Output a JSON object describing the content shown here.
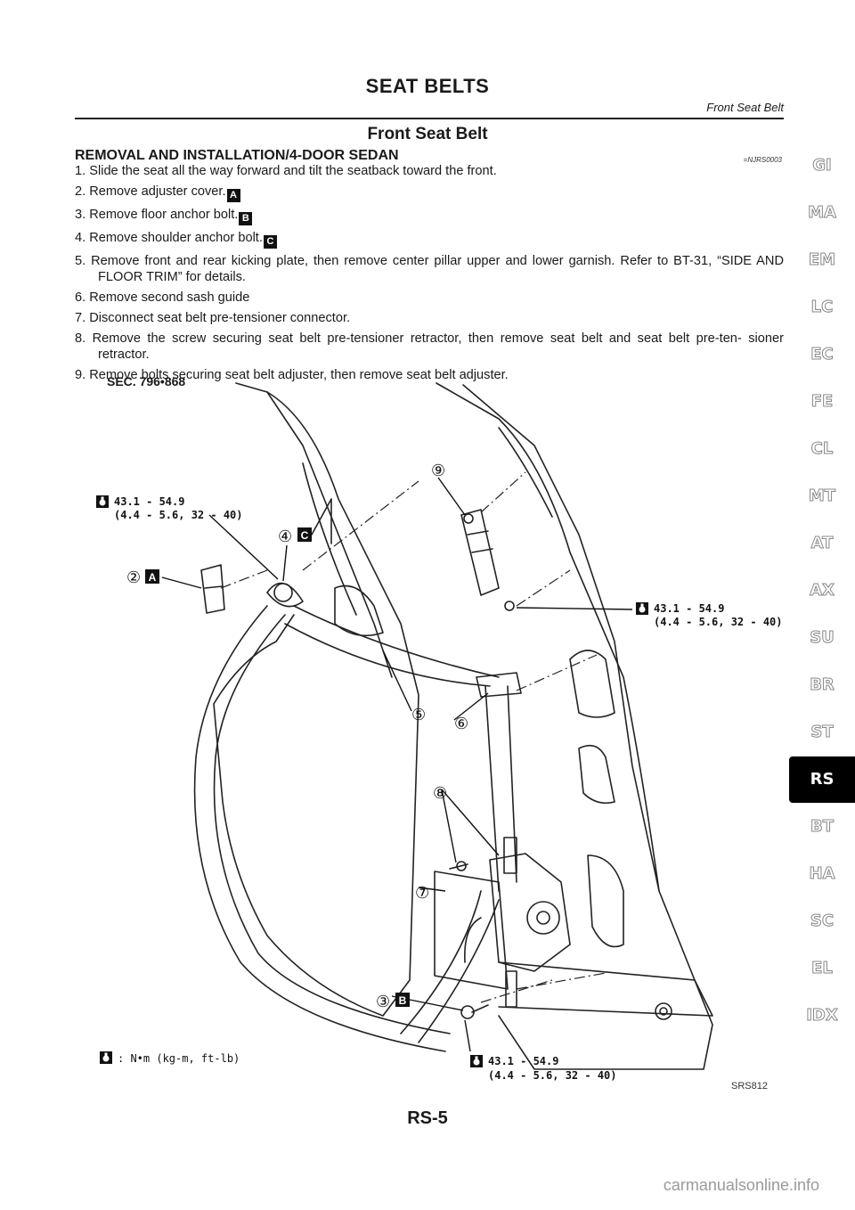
{
  "header": {
    "title": "SEAT BELTS",
    "subtitle": "Front Seat Belt"
  },
  "section_title": "Front Seat Belt",
  "subsection_title": "REMOVAL AND INSTALLATION/4-DOOR SEDAN",
  "ref_code": "=NJRS0003",
  "steps": [
    {
      "text": "1. Slide the seat all the way forward and tilt the seatback toward the front.",
      "badge": ""
    },
    {
      "text": "2. Remove adjuster cover.",
      "badge": "A"
    },
    {
      "text": "3. Remove floor anchor bolt.",
      "badge": "B"
    },
    {
      "text": "4. Remove shoulder anchor bolt.",
      "badge": "C"
    },
    {
      "text": "5. Remove front and rear kicking plate, then remove center pillar upper and lower garnish. Refer to BT-31, “SIDE AND FLOOR TRIM” for details.",
      "badge": ""
    },
    {
      "text": "6. Remove second sash guide",
      "badge": ""
    },
    {
      "text": "7. Disconnect seat belt pre-tensioner connector.",
      "badge": ""
    },
    {
      "text": "8. Remove the screw securing seat belt pre-tensioner retractor, then remove seat belt and seat belt pre-ten- sioner retractor.",
      "badge": ""
    },
    {
      "text": "9. Remove bolts securing seat belt adjuster, then remove seat belt adjuster.",
      "badge": ""
    }
  ],
  "diagram": {
    "sec_label": "SEC. 796•868",
    "torque_line1": "43.1 - 54.9",
    "torque_line2": "(4.4 - 5.6, 32 - 40)",
    "legend": ": N•m (kg-m, ft-lb)",
    "figure_code": "SRS812",
    "callouts": [
      "2",
      "3",
      "4",
      "5",
      "6",
      "7",
      "8",
      "9"
    ],
    "badges": [
      "A",
      "B",
      "C"
    ]
  },
  "sidebar_tabs": [
    "GI",
    "MA",
    "EM",
    "LC",
    "EC",
    "FE",
    "CL",
    "MT",
    "AT",
    "AX",
    "SU",
    "BR",
    "ST",
    "RS",
    "BT",
    "HA",
    "SC",
    "EL",
    "IDX"
  ],
  "active_tab": "RS",
  "page_number": "RS-5",
  "watermark": "carmanualsonline.info"
}
